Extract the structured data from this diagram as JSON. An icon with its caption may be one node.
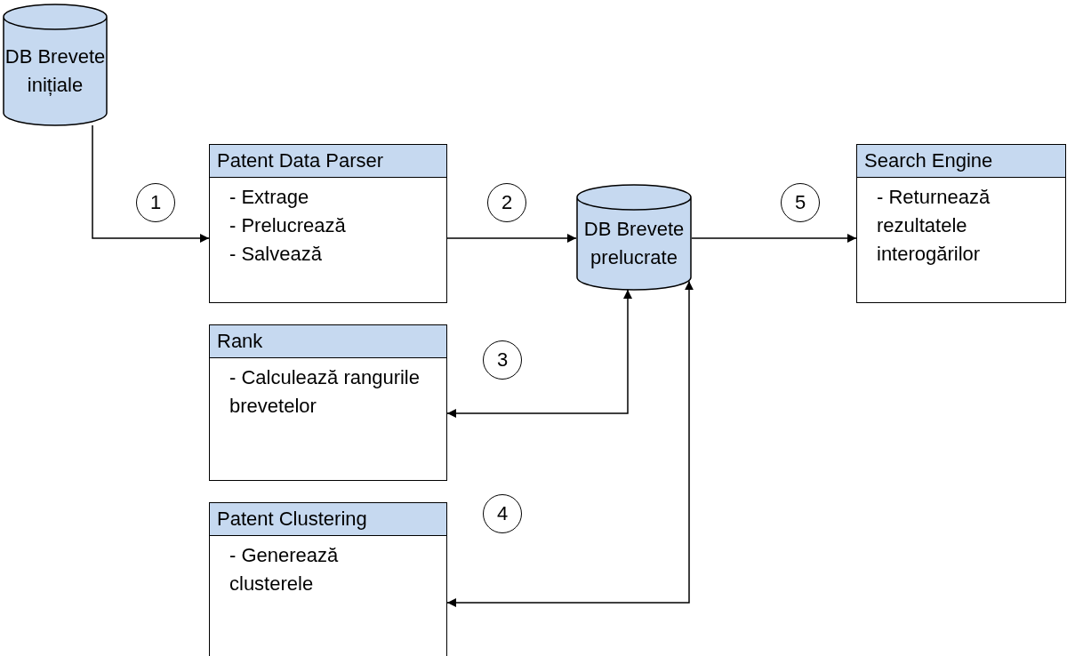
{
  "diagram": {
    "nodes": [
      {
        "text": [
          "DB Brevete inițiale"
        ]
      },
      {
        "text": [
          "Patent Data Parser",
          "- Extrage",
          "- Prelucrează",
          "- Salvează"
        ]
      },
      {
        "text": [
          "DB Brevete prelucrate"
        ]
      },
      {
        "text": [
          "Search Engine",
          "- Returnează rezultatele interogărilor"
        ]
      },
      {
        "text": [
          "Rank",
          "- Calculează rangurile brevetelor"
        ]
      },
      {
        "text": [
          "Patent Clustering",
          "- Generează clusterele"
        ]
      },
      {
        "text": [
          "1"
        ]
      },
      {
        "text": [
          "2"
        ]
      },
      {
        "text": [
          "5"
        ]
      },
      {
        "text": [
          "3"
        ]
      },
      {
        "text": [
          "4"
        ]
      }
    ],
    "edges": [
      {
        "from": 0,
        "to": 1,
        "arrow": "to"
      },
      {
        "from": 1,
        "to": 2,
        "arrow": "to"
      },
      {
        "from": 2,
        "to": 3,
        "arrow": "to"
      },
      {
        "from": 2,
        "to": 4,
        "arrow": "both"
      },
      {
        "from": 2,
        "to": 5,
        "arrow": "both"
      }
    ]
  }
}
